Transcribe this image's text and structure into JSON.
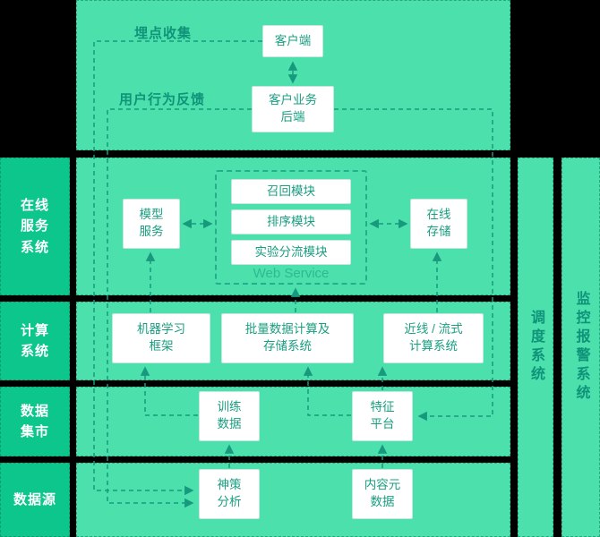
{
  "colors": {
    "background": "#000000",
    "panel_mint": "#4BE0AC",
    "sidebar_green": "#0CC68C",
    "box_white": "#FFFFFF",
    "accent_teal": "#17997D",
    "label_white": "#FFFFFF"
  },
  "left_labels": {
    "online": "在线\n服务\n系统",
    "compute": "计算\n系统",
    "mart": "数据\n集市",
    "source": "数据源"
  },
  "top_flow": {
    "tracking_label": "埋点收集",
    "client": "客户端",
    "feedback_label": "用户行为反馈",
    "backend": "客户业务\n后端"
  },
  "online_system": {
    "model_service": "模型\n服务",
    "modules": [
      "召回模块",
      "排序模块",
      "实验分流模块"
    ],
    "web_service_label": "Web Service",
    "online_storage": "在线\n存储"
  },
  "compute_system": {
    "ml_framework": "机器学习\n框架",
    "batch_system": "批量数据计算及\n存储系统",
    "nearline_system": "近线 / 流式\n计算系统"
  },
  "data_mart": {
    "training_data": "训练\n数据",
    "feature_platform": "特征\n平台"
  },
  "data_source": {
    "sensors_analytics": "神策\n分析",
    "content_metadata": "内容元\n数据"
  },
  "side_bars": {
    "scheduling": "调度系统",
    "monitoring": "监控报警系统"
  }
}
